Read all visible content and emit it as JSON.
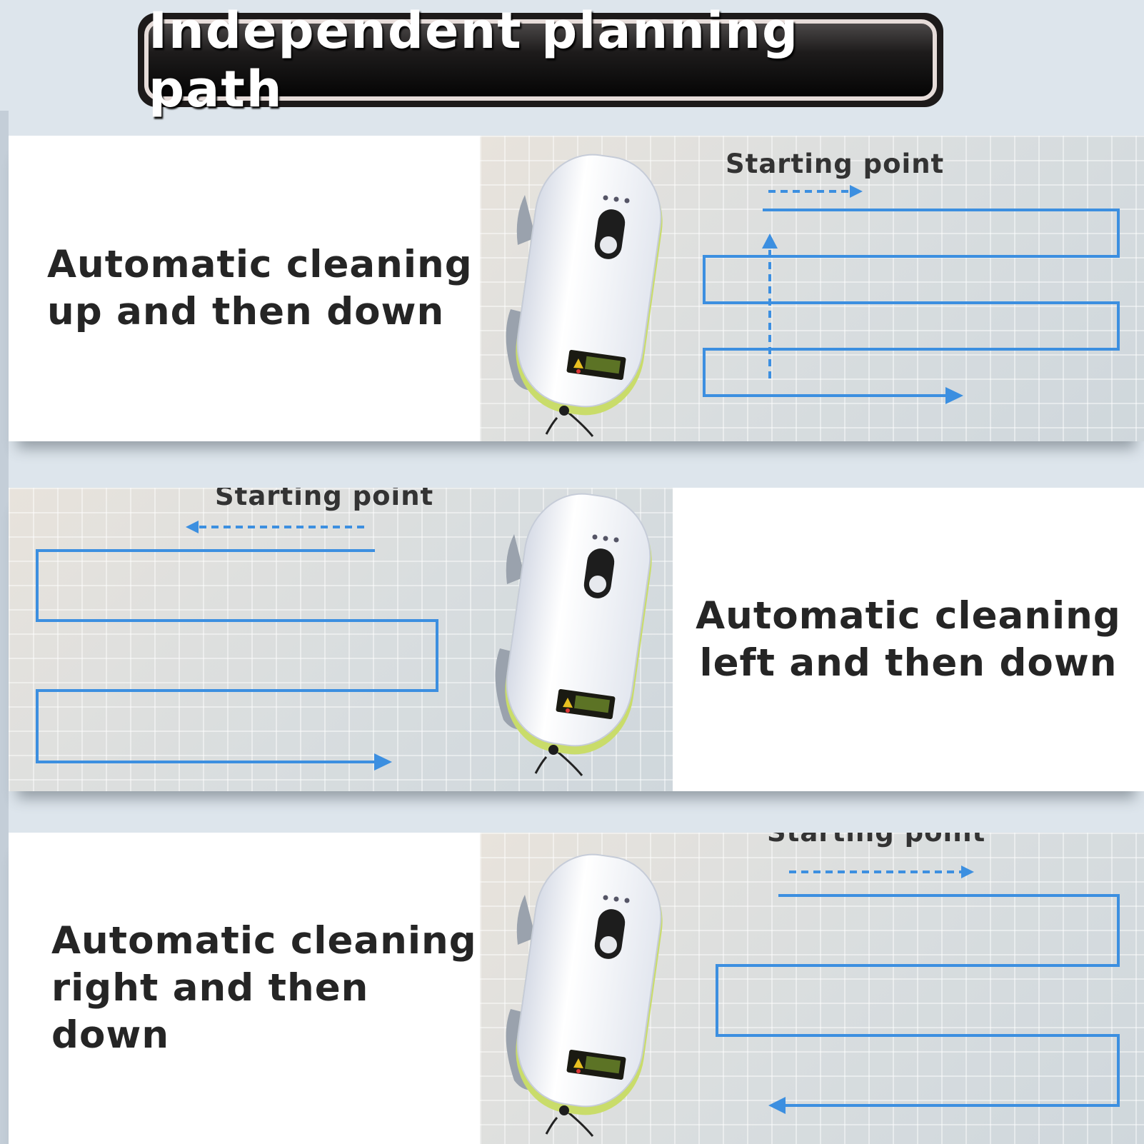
{
  "banner": {
    "title": "Independent planning path"
  },
  "panels": [
    {
      "caption_line1": "Automatic cleaning",
      "caption_line2": "up and then down",
      "start_label": "Starting point"
    },
    {
      "caption_line1": "Automatic cleaning",
      "caption_line2": "left and then down",
      "start_label": "Starting point"
    },
    {
      "caption_line1": "Automatic cleaning",
      "caption_line2": "right and then down",
      "start_label": "Starting point"
    }
  ],
  "colors": {
    "path_blue": "#3c8fe0",
    "caption_text": "#252525",
    "banner_bg": "#1d1a1a"
  },
  "icons": [
    "window-cleaning-robot-icon",
    "dashed-arrow-icon",
    "path-arrow-icon"
  ]
}
